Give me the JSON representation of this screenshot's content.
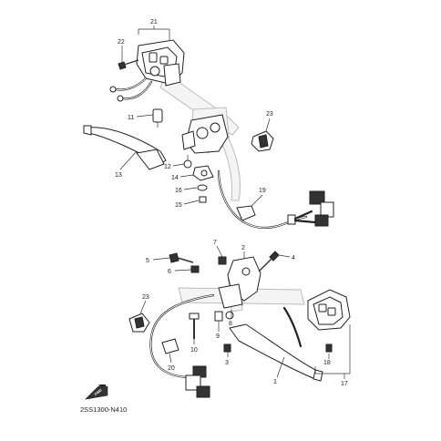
{
  "callouts": {
    "c21": "21",
    "c22": "22",
    "c11": "11",
    "c23a": "23",
    "c12": "12",
    "c14": "14",
    "c13": "13",
    "c16": "16",
    "c19": "19",
    "c15": "15",
    "c7": "7",
    "c2": "2",
    "c5": "5",
    "c4": "4",
    "c6": "6",
    "c23b": "23",
    "c8": "8",
    "c10": "10",
    "c9": "9",
    "c20": "20",
    "c3": "3",
    "c18": "18",
    "c1": "1",
    "c17": "17"
  },
  "fwd_mark": "FWD",
  "diagram_code": "2SS1300-N410"
}
